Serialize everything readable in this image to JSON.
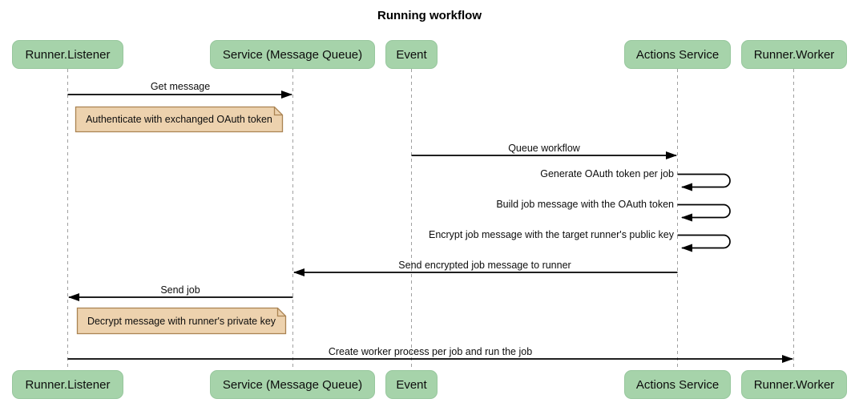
{
  "diagram": {
    "type": "sequence-diagram",
    "title": "Running workflow",
    "colors": {
      "actor_fill": "#a6d3aa",
      "actor_border": "#97c79d",
      "note_fill": "#edd2ae",
      "note_border": "#aa8352",
      "message_line": "#000000",
      "lifeline": "#a0a0a0",
      "text": "#111111",
      "background": "#ffffff"
    },
    "actors": [
      {
        "id": "runner-listener",
        "label": "Runner.Listener"
      },
      {
        "id": "service-message-queue",
        "label": "Service (Message Queue)"
      },
      {
        "id": "event",
        "label": "Event"
      },
      {
        "id": "actions-service",
        "label": "Actions Service"
      },
      {
        "id": "runner-worker",
        "label": "Runner.Worker"
      }
    ],
    "messages": [
      {
        "from": "runner-listener",
        "to": "service-message-queue",
        "kind": "arrow",
        "label": "Get message"
      },
      {
        "from": "event",
        "to": "actions-service",
        "kind": "arrow",
        "label": "Queue workflow"
      },
      {
        "from": "actions-service",
        "to": "actions-service",
        "kind": "self",
        "label": "Generate OAuth token per job"
      },
      {
        "from": "actions-service",
        "to": "actions-service",
        "kind": "self",
        "label": "Build job message with the OAuth token"
      },
      {
        "from": "actions-service",
        "to": "actions-service",
        "kind": "self",
        "label": "Encrypt job message with the target runner's public key"
      },
      {
        "from": "actions-service",
        "to": "service-message-queue",
        "kind": "arrow",
        "label": "Send encrypted job message to runner"
      },
      {
        "from": "service-message-queue",
        "to": "runner-listener",
        "kind": "arrow",
        "label": "Send job"
      },
      {
        "from": "runner-listener",
        "to": "runner-worker",
        "kind": "arrow",
        "label": "Create worker process per job and run the job"
      }
    ],
    "notes": [
      {
        "over": "runner-listener",
        "text": "Authenticate with exchanged OAuth token"
      },
      {
        "over": "runner-listener",
        "text": "Decrypt message with runner's private key"
      }
    ]
  }
}
